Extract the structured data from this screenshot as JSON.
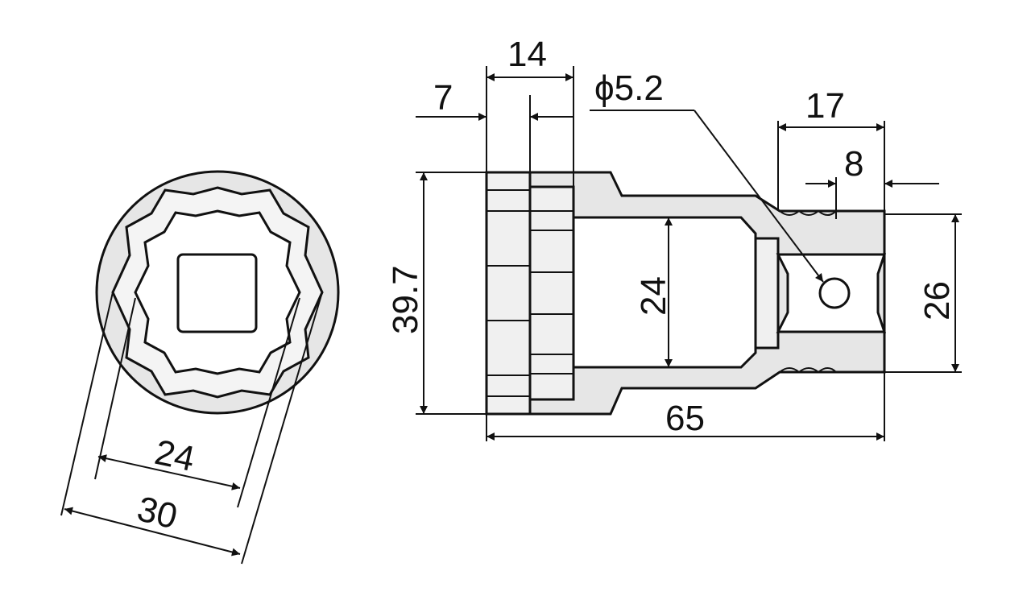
{
  "dimensions": {
    "flange_width": "7",
    "hex_width": "14",
    "pin_hole_diameter": "ϕ5.2",
    "square_drive_length": "17",
    "groove_offset": "8",
    "outer_diameter": "39.7",
    "socket_bore": "24",
    "drive_diameter": "26",
    "overall_length": "65",
    "end_view_across_flats": "24",
    "end_view_outer": "30"
  },
  "colors": {
    "line": "#111111",
    "fill": "#e6e6e6",
    "background": "#ffffff"
  }
}
